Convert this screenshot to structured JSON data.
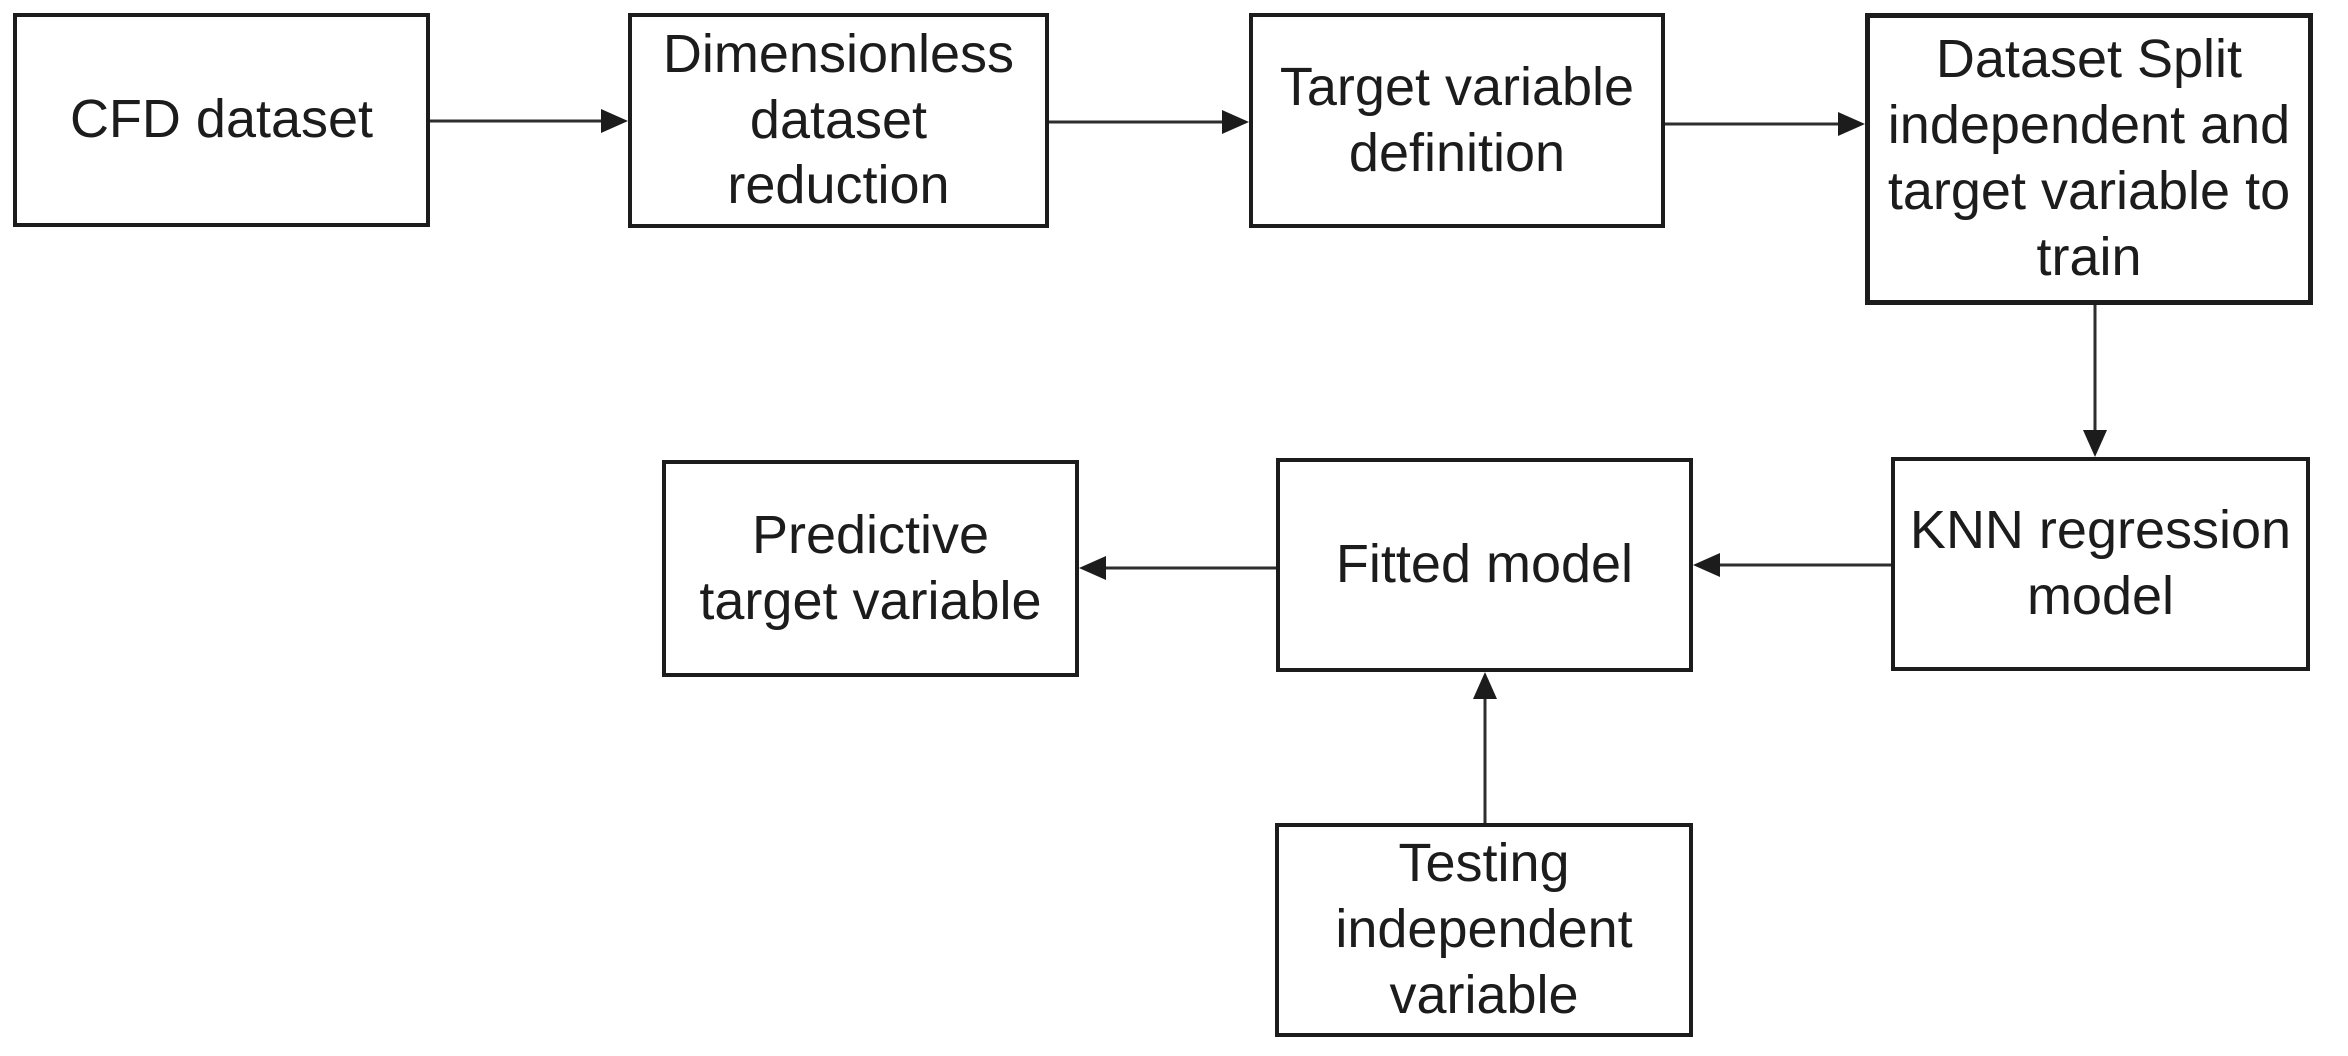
{
  "diagram": {
    "title": "KNN regression workflow flowchart",
    "colors": {
      "background": "#ffffff",
      "box_border": "#1c1c1c",
      "box_fill": "#ffffff",
      "text": "#1c1c1c",
      "arrow": "#2e2e2e"
    },
    "nodes": [
      {
        "id": "cfd-dataset",
        "label": "CFD dataset"
      },
      {
        "id": "dimensionless-dataset-reduction",
        "label": "Dimensionless\ndataset\nreduction"
      },
      {
        "id": "target-variable-definition",
        "label": "Target variable\ndefinition"
      },
      {
        "id": "dataset-split",
        "label": "Dataset Split\nindependent and\ntarget variable to\ntrain"
      },
      {
        "id": "knn-regression-model",
        "label": "KNN regression\nmodel"
      },
      {
        "id": "fitted-model",
        "label": "Fitted model"
      },
      {
        "id": "predictive-target-variable",
        "label": "Predictive\ntarget variable"
      },
      {
        "id": "testing-independent-variable",
        "label": "Testing\nindependent\nvariable"
      }
    ],
    "edges": [
      {
        "from": "cfd-dataset",
        "to": "dimensionless-dataset-reduction",
        "direction": "right"
      },
      {
        "from": "dimensionless-dataset-reduction",
        "to": "target-variable-definition",
        "direction": "right"
      },
      {
        "from": "target-variable-definition",
        "to": "dataset-split",
        "direction": "right"
      },
      {
        "from": "dataset-split",
        "to": "knn-regression-model",
        "direction": "down"
      },
      {
        "from": "knn-regression-model",
        "to": "fitted-model",
        "direction": "left"
      },
      {
        "from": "fitted-model",
        "to": "predictive-target-variable",
        "direction": "left"
      },
      {
        "from": "testing-independent-variable",
        "to": "fitted-model",
        "direction": "up"
      }
    ]
  }
}
